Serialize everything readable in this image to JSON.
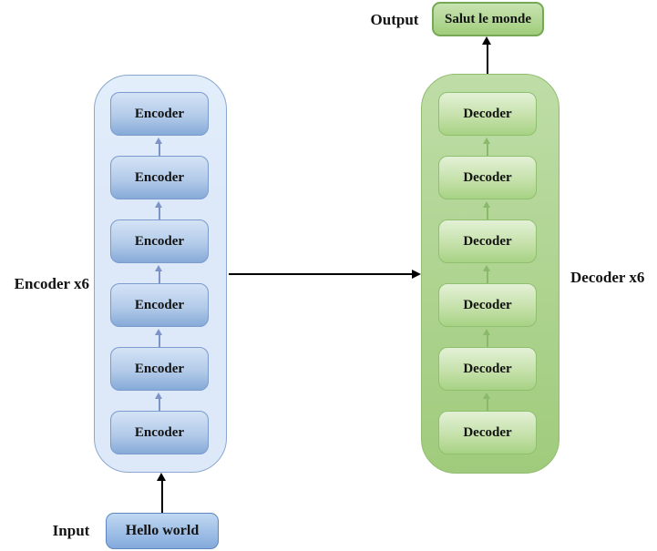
{
  "diagram": {
    "title_semantic": "transformer-encoder-decoder-stack",
    "output_label": "Output",
    "input_label": "Input",
    "output_value": "Salut le monde",
    "input_value": "Hello world",
    "encoder": {
      "stack_label": "Encoder x6",
      "blocks": [
        "Encoder",
        "Encoder",
        "Encoder",
        "Encoder",
        "Encoder",
        "Encoder"
      ]
    },
    "decoder": {
      "stack_label": "Decoder x6",
      "blocks": [
        "Decoder",
        "Decoder",
        "Decoder",
        "Decoder",
        "Decoder",
        "Decoder"
      ]
    },
    "colors": {
      "encoder_container_bg": "#dde9f9",
      "encoder_container_border": "#8aa7cf",
      "encoder_block_top": "#d4e3f6",
      "encoder_block_bottom": "#86aad8",
      "encoder_block_border": "#7a9bcb",
      "encoder_arrow": "#7d93c8",
      "decoder_container_top": "#bedda7",
      "decoder_container_bottom": "#a0cb7c",
      "decoder_container_border": "#90bd71",
      "decoder_block_top": "#e3f1d6",
      "decoder_block_bottom": "#a7d284",
      "decoder_block_border": "#8fc06e",
      "decoder_arrow": "#8bb96b",
      "input_box_top": "#c0d8f2",
      "input_box_bottom": "#84aadc",
      "input_box_border": "#5d85bf",
      "output_box_top": "#c8e3b2",
      "output_box_bottom": "#a0cd7b",
      "output_box_border": "#76a855",
      "arrow_black": "#000000",
      "label_text": "#131313"
    }
  }
}
